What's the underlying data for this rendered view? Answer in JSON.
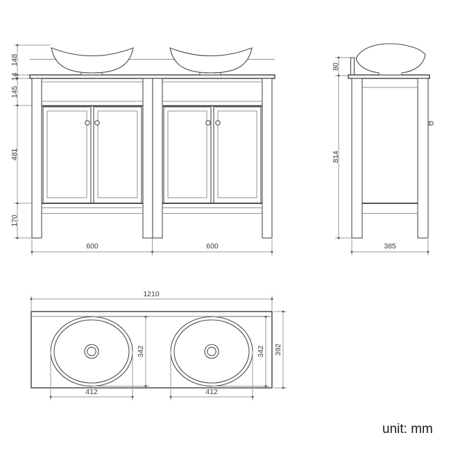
{
  "unit_label": "unit: mm",
  "colors": {
    "background": "#ffffff",
    "line_heavy": "#3c3c3c",
    "line": "#4a4a4a",
    "line_light": "#8f8f8f",
    "dimension_line": "#9a9a9a",
    "label_text": "#3b3b3b"
  },
  "views": {
    "front": {
      "dims": {
        "basin_height": "148",
        "counter_thickness": "14",
        "apron_height": "145",
        "door_height": "481",
        "leg_height": "170",
        "cabinet_width_left": "600",
        "cabinet_width_right": "600"
      }
    },
    "side": {
      "dims": {
        "backsplash_height": "80",
        "body_height": "814",
        "depth": "385"
      }
    },
    "top": {
      "dims": {
        "overall_width": "1210",
        "basin_depth_left": "342",
        "basin_depth_right": "342",
        "basin_width_left": "412",
        "basin_width_right": "412",
        "overall_depth": "392"
      }
    }
  }
}
